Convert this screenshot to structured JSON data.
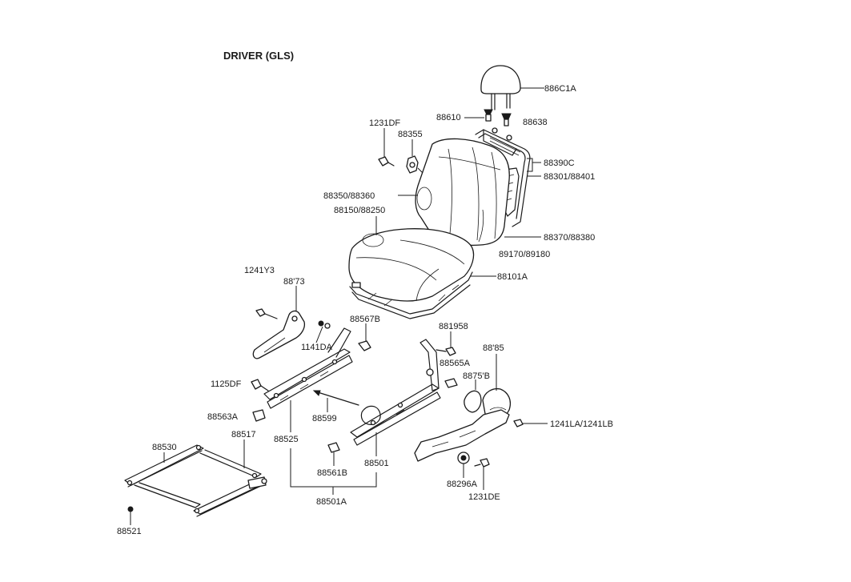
{
  "title": "DRIVER (GLS)",
  "part_labels": {
    "headrest": "886C1A",
    "guide_left": "88610",
    "guide_right": "88638",
    "bolt_1231df": "1231DF",
    "knob_88355": "88355",
    "frame_back_a": "88390C",
    "frame_back_b": "88301/88401",
    "back_cover": "88350/88360",
    "cushion_cover": "88150/88250",
    "back_pad": "88370/88380",
    "cushion_pad": "89170/89180",
    "cushion_frame": "88101A",
    "bolt_1241y3": "1241Y3",
    "lever_88173": "88'73",
    "cover_88567b": "88567B",
    "nut_1141da": "1141DA",
    "bolt_88195b": "881958",
    "cover_88185": "88'85",
    "cover_88565a": "88565A",
    "knob_88751b": "8875'B",
    "bolt_1125df": "1125DF",
    "cover_88563a": "88563A",
    "wire_88599": "88599",
    "track_88525": "88525",
    "screw_1241la": "1241LA/1241LB",
    "bracket_88530": "88530",
    "bracket_88517": "88517",
    "cover_88561b": "88561B",
    "track_88501": "88501",
    "cap_88296a": "88296A",
    "bolt_1231de": "1231DE",
    "track_assy": "88501A",
    "bolt_88521": "88521"
  }
}
